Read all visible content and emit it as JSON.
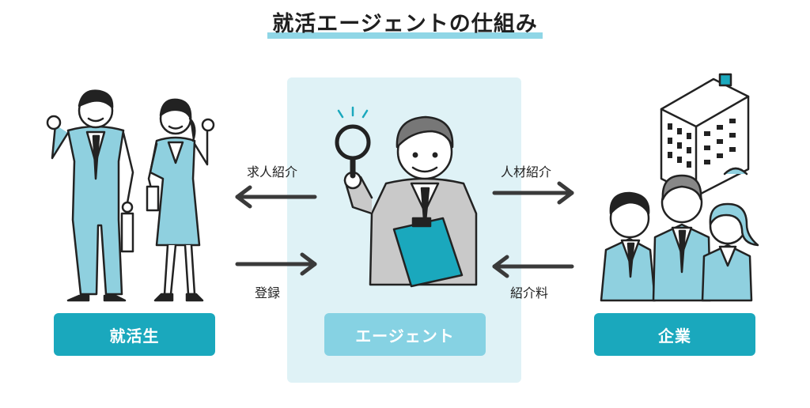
{
  "title": "就活エージェントの仕組み",
  "flows": {
    "job_introduction": "求人紹介",
    "registration": "登録",
    "talent_introduction": "人材紹介",
    "referral_fee": "紹介料"
  },
  "roles": {
    "student": "就活生",
    "agent": "エージェント",
    "company": "企業"
  },
  "colors": {
    "accent": "#1aa8bd",
    "accent_light": "#86d2e3",
    "panel": "#dff2f6",
    "suit": "#8fd0df",
    "underline": "#8fd6e6"
  }
}
